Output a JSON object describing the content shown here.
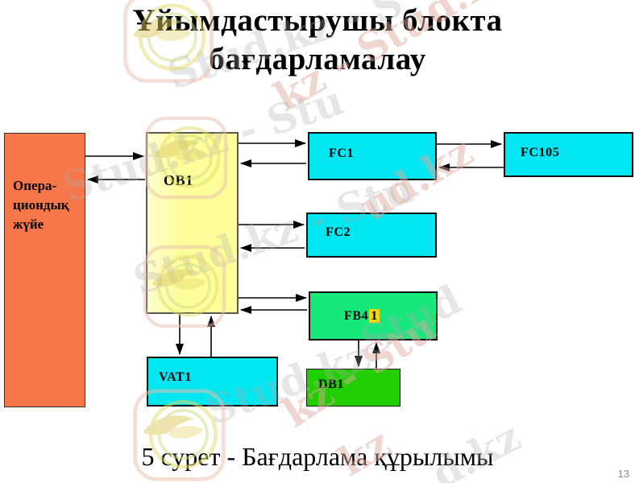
{
  "title": {
    "line1": "Ұйымдастырушы блокта",
    "line2": "бағдарламалау"
  },
  "boxes": {
    "os": {
      "line1": "Опера-",
      "line2": "циондық",
      "line3": "жүйе"
    },
    "ob1": {
      "label": "OB1"
    },
    "fc1": {
      "label": "FC1"
    },
    "fc105": {
      "label": "FC105"
    },
    "fc2": {
      "label": "FC2"
    },
    "fb41": {
      "label": "FB4",
      "highlight": "1"
    },
    "db1": {
      "label": "DB1"
    },
    "vat1": {
      "label": "VAT1"
    }
  },
  "caption": "5 сурет - Бағдарлама құрылымы",
  "page_number": "13",
  "watermark": {
    "brand": "Stud.kz",
    "items": [
      {
        "text": "Stud.kz - S"
      },
      {
        "text": "kz - Stud.kz"
      },
      {
        "text": "Stud.kz - Stu"
      },
      {
        "text": "ud.kz"
      },
      {
        "text": "Stud.kz - Stu"
      },
      {
        "text": "Stud"
      },
      {
        "text": "kz - Stu"
      },
      {
        "text": "Stud.kz"
      },
      {
        "text": "kz"
      },
      {
        "text": "d.kz"
      }
    ]
  },
  "colors": {
    "os_box": "#f8774a",
    "ob1_box": "#ffff99",
    "function_box": "#00e7f2",
    "fb41_box": "#16e87c",
    "db1_box": "#21ce04",
    "digit_highlight": "#f2d80a",
    "arrow": "#000000",
    "watermark_gray": "#adadad",
    "watermark_pink": "#e0aa9c"
  }
}
